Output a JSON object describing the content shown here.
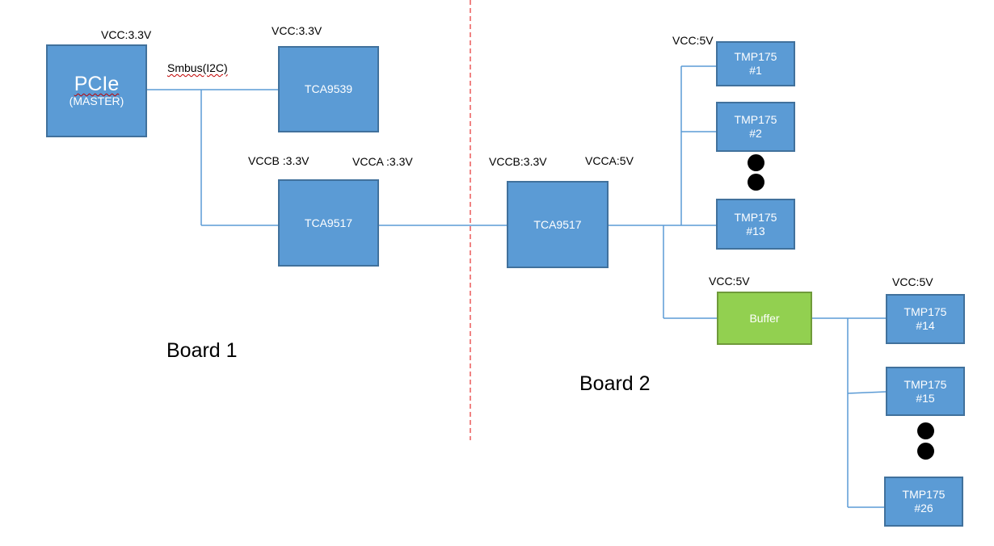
{
  "boxes": {
    "pcie": {
      "title": "PCIe",
      "subtitle": "(MASTER)"
    },
    "tca9539": {
      "title": "TCA9539"
    },
    "tca9517_b1": {
      "title": "TCA9517"
    },
    "tca9517_b2": {
      "title": "TCA9517"
    },
    "buffer": {
      "title": "Buffer"
    },
    "tmp1": {
      "line1": "TMP175",
      "line2": "#1"
    },
    "tmp2": {
      "line1": "TMP175",
      "line2": "#2"
    },
    "tmp13": {
      "line1": "TMP175",
      "line2": "#13"
    },
    "tmp14": {
      "line1": "TMP175",
      "line2": "#14"
    },
    "tmp15": {
      "line1": "TMP175",
      "line2": "#15"
    },
    "tmp26": {
      "line1": "TMP175",
      "line2": "#26"
    }
  },
  "labels": {
    "pcie_vcc": "VCC:3.3V",
    "tca9539_vcc": "VCC:3.3V",
    "smbus": "Smbus(I2C)",
    "b1_vccb": "VCCB :3.3V",
    "b1_vcca": "VCCA :3.3V",
    "b2_vccb": "VCCB:3.3V",
    "b2_vcca": "VCCA:5V",
    "tmp_group1_vcc": "VCC:5V",
    "buffer_vcc": "VCC:5V",
    "tmp_group2_vcc": "VCC:5V"
  },
  "boards": {
    "board1": "Board 1",
    "board2": "Board 2"
  },
  "colors": {
    "box_fill": "#5b9bd5",
    "box_border": "#41719c",
    "buffer_fill": "#92d050",
    "wire": "#5b9bd5",
    "divider": "#e84040"
  }
}
